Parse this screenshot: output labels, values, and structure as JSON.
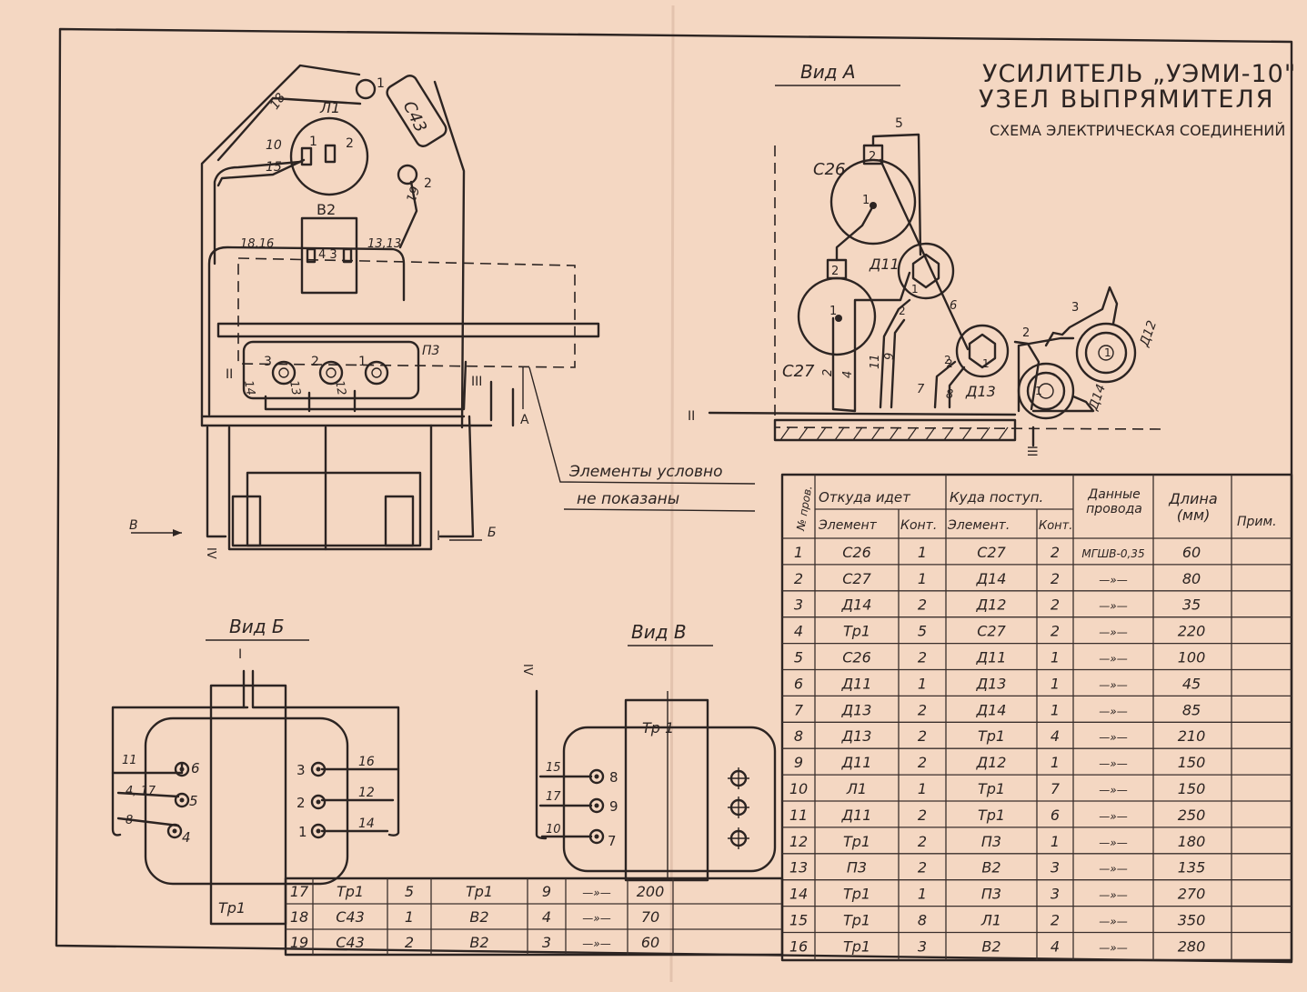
{
  "title": {
    "line1": "УСИЛИТЕЛЬ „УЭМИ-10\"",
    "line2": "УЗЕЛ ВЫПРЯМИТЕЛЯ",
    "line3": "СХЕМА ЭЛЕКТРИЧЕСКАЯ СОЕДИНЕНИЙ"
  },
  "views": {
    "a": "Вид А",
    "b": "Вид Б",
    "v": "Вид В"
  },
  "note": {
    "line1": "Элементы условно",
    "line2": "не показаны"
  },
  "main_labels": {
    "L1": "Л1",
    "C43": "С43",
    "B2": "В2",
    "P3": "П3",
    "w18": "18",
    "w10": "10",
    "w15": "15",
    "w19": "19",
    "w1816": "18,16",
    "w1313": "13,13",
    "c1": "1",
    "c2": "2",
    "c2b": "2",
    "c1b": "1",
    "c43s": "4 3",
    "p3": "3",
    "p2": "2",
    "p1": "1",
    "w14": "14",
    "w13": "13",
    "w12": "12",
    "rII": "II",
    "rIII": "III",
    "rI": "I",
    "rIV": "IV",
    "arA": "А",
    "arB": "Б",
    "arV": "В"
  },
  "view_a_labels": {
    "C26": "С26",
    "C27": "С27",
    "D11": "Д11",
    "D12": "Д12",
    "D13": "Д13",
    "D14": "Д14",
    "n5": "5",
    "n2a": "2",
    "n1a": "1",
    "n1b": "1",
    "n2b": "2",
    "n1c": "1",
    "n2c": "2",
    "n1d": "1",
    "n2d": "2",
    "n1e": "1",
    "n3": "3",
    "n2e": "2",
    "n1f": "1",
    "n2f": "2",
    "w2": "2",
    "w4": "4",
    "w11": "11",
    "w9": "9",
    "w7": "7",
    "w8": "8",
    "w6": "6",
    "rII": "II",
    "rIII": "III"
  },
  "view_b_labels": {
    "tr": "Тр1",
    "rI": "I",
    "w11": "11",
    "w417": "4, 17",
    "w8": "8",
    "c6": "6",
    "c5": "5",
    "c4": "4",
    "c3": "3",
    "c2": "2",
    "c1": "1",
    "w16": "16",
    "w12": "12",
    "w14": "14"
  },
  "view_v_labels": {
    "tr": "Тр 1",
    "rIV": "IV",
    "w15": "15",
    "w17": "17",
    "w10": "10",
    "c8": "8",
    "c9": "9",
    "c7": "7"
  },
  "table": {
    "group_from": "Откуда идет",
    "group_to": "Куда поступ.",
    "headers": {
      "num": "№ пров.",
      "from_el": "Элемент",
      "from_ct": "Конт.",
      "to_el": "Элемент.",
      "to_ct": "Конт.",
      "wire": "Данные провода",
      "len": "Длина (мм)",
      "note": "Прим."
    },
    "rows": [
      [
        "1",
        "С26",
        "1",
        "С27",
        "2",
        "МГШВ-0,35",
        "60"
      ],
      [
        "2",
        "С27",
        "1",
        "Д14",
        "2",
        "—»—",
        "80"
      ],
      [
        "3",
        "Д14",
        "2",
        "Д12",
        "2",
        "—»—",
        "35"
      ],
      [
        "4",
        "Тр1",
        "5",
        "С27",
        "2",
        "—»—",
        "220"
      ],
      [
        "5",
        "С26",
        "2",
        "Д11",
        "1",
        "—»—",
        "100"
      ],
      [
        "6",
        "Д11",
        "1",
        "Д13",
        "1",
        "—»—",
        "45"
      ],
      [
        "7",
        "Д13",
        "2",
        "Д14",
        "1",
        "—»—",
        "85"
      ],
      [
        "8",
        "Д13",
        "2",
        "Тр1",
        "4",
        "—»—",
        "210"
      ],
      [
        "9",
        "Д11",
        "2",
        "Д12",
        "1",
        "—»—",
        "150"
      ],
      [
        "10",
        "Л1",
        "1",
        "Тр1",
        "7",
        "—»—",
        "150"
      ],
      [
        "11",
        "Д11",
        "2",
        "Тр1",
        "6",
        "—»—",
        "250"
      ],
      [
        "12",
        "Тр1",
        "2",
        "П3",
        "1",
        "—»—",
        "180"
      ],
      [
        "13",
        "П3",
        "2",
        "В2",
        "3",
        "—»—",
        "135"
      ],
      [
        "14",
        "Тр1",
        "1",
        "П3",
        "3",
        "—»—",
        "270"
      ],
      [
        "15",
        "Тр1",
        "8",
        "Л1",
        "2",
        "—»—",
        "350"
      ],
      [
        "16",
        "Тр1",
        "3",
        "В2",
        "4",
        "—»—",
        "280"
      ]
    ],
    "extra_rows": [
      [
        "17",
        "Тр1",
        "5",
        "Тр1",
        "9",
        "—»—",
        "200"
      ],
      [
        "18",
        "С43",
        "1",
        "В2",
        "4",
        "—»—",
        "70"
      ],
      [
        "19",
        "С43",
        "2",
        "В2",
        "3",
        "—»—",
        "60"
      ]
    ]
  }
}
